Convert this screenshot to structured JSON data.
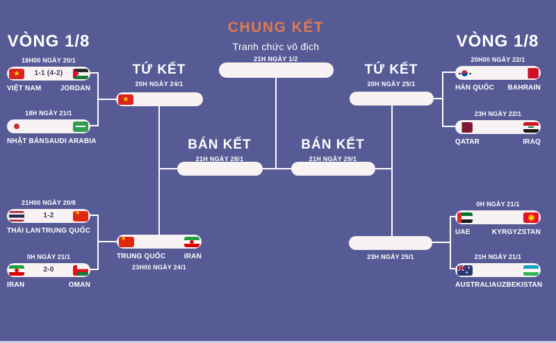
{
  "colors": {
    "background": "#575b95",
    "pill": "#f8f2f3",
    "accent_orange": "#e0794e",
    "line": "#ffffff",
    "score_text": "#30335a",
    "text": "#ffffff"
  },
  "rounds": {
    "r16_left_title": "VÒNG 1/8",
    "r16_right_title": "VÒNG 1/8",
    "qf_left": {
      "label": "TỨ KẾT",
      "date": "20H NGÀY 24/1"
    },
    "qf_right": {
      "label": "TỨ KẾT",
      "date": "20H NGÀY 25/1"
    },
    "qf_left_bottom_date": "23H00 NGÀY 24/1",
    "qf_right_bottom_date": "23H NGÀY 25/1",
    "sf_left": {
      "label": "BÁN KẾT",
      "date": "21H NGÀY 28/1"
    },
    "sf_right": {
      "label": "BÁN KẾT",
      "date": "21H NGÀY 29/1"
    },
    "final": {
      "label": "CHUNG KẾT",
      "subtitle": "Tranh chức vô địch",
      "date": "21H NGÀY 1/2"
    }
  },
  "r16_left": [
    {
      "date": "18H00 NGÀY 20/1",
      "home": "VIỆT NAM",
      "away": "JORDAN",
      "score": "1-1 (4-2)",
      "home_flag": "vietnam-flag",
      "away_flag": "jordan-flag"
    },
    {
      "date": "18H NGÀY 21/1",
      "home": "NHẬT BẢN",
      "away": "SAUDI ARABIA",
      "score": "",
      "home_flag": "japan-flag",
      "away_flag": "saudi-arabia-flag"
    },
    {
      "date": "21H00 NGÀY 20/8",
      "home": "THÁI LAN",
      "away": "TRUNG QUỐC",
      "score": "1-2",
      "home_flag": "thailand-flag",
      "away_flag": "china-flag"
    },
    {
      "date": "0H NGÀY 21/1",
      "home": "IRAN",
      "away": "OMAN",
      "score": "2-0",
      "home_flag": "iran-flag",
      "away_flag": "oman-flag"
    }
  ],
  "r16_right": [
    {
      "date": "20H00 NGÀY 22/1",
      "home": "HÀN QUỐC",
      "away": "BAHRAIN",
      "score": "",
      "home_flag": "south-korea-flag",
      "away_flag": "bahrain-flag"
    },
    {
      "date": "23H NGÀY 22/1",
      "home": "QATAR",
      "away": "IRAQ",
      "score": "",
      "home_flag": "qatar-flag",
      "away_flag": "iraq-flag"
    },
    {
      "date": "0H NGÀY 21/1",
      "home": "UAE",
      "away": "KYRGYZSTAN",
      "score": "",
      "home_flag": "uae-flag",
      "away_flag": "kyrgyzstan-flag"
    },
    {
      "date": "21H NGÀY 21/1",
      "home": "AUSTRALIA",
      "away": "UZBEKISTAN",
      "score": "",
      "home_flag": "australia-flag",
      "away_flag": "uzbekistan-flag"
    }
  ],
  "qf_left_top": {
    "home_flag": "vietnam-flag"
  },
  "qf_left_bottom": {
    "home": "TRUNG QUỐC",
    "away": "IRAN",
    "home_flag": "china-flag",
    "away_flag": "iran-flag"
  }
}
